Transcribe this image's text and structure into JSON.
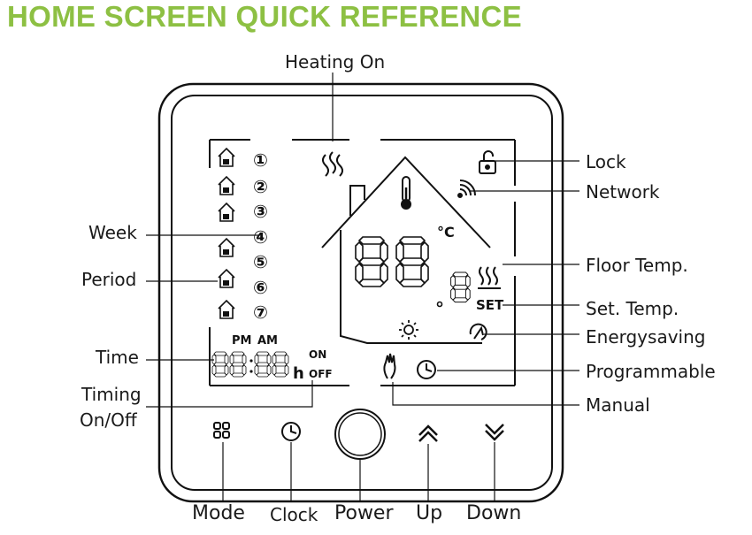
{
  "title": "HOME SCREEN QUICK REFERENCE",
  "colors": {
    "title": "#8dc043",
    "line": "#1a1a1a"
  },
  "lcd": {
    "periods": [
      "①",
      "②",
      "③",
      "④",
      "⑤",
      "⑥",
      "⑦"
    ],
    "pm": "PM",
    "am": "AM",
    "on": "ON",
    "off": "OFF",
    "hour_unit": "h",
    "degree_unit": "°C",
    "set": "SET"
  },
  "callouts": {
    "heating_on": "Heating On",
    "lock": "Lock",
    "network": "Network",
    "week": "Week",
    "period": "Period",
    "floor_temp": "Floor Temp.",
    "set_temp": "Set. Temp.",
    "energysaving": "Energysaving",
    "time": "Time",
    "programmable": "Programmable",
    "timing_line1": "Timing",
    "timing_line2": "On/Off",
    "manual": "Manual"
  },
  "buttons": {
    "mode": "Mode",
    "clock": "Clock",
    "power": "Power",
    "up": "Up",
    "down": "Down"
  },
  "icons": [
    "home-period-icon",
    "heating-waves-icon",
    "thermometer-icon",
    "lock-icon",
    "network-icon",
    "floor-heat-icon",
    "sun-icon",
    "energysaving-icon",
    "hand-icon",
    "clock-icon",
    "mode-grid-icon",
    "chevron-up-icon",
    "chevron-down-icon"
  ]
}
